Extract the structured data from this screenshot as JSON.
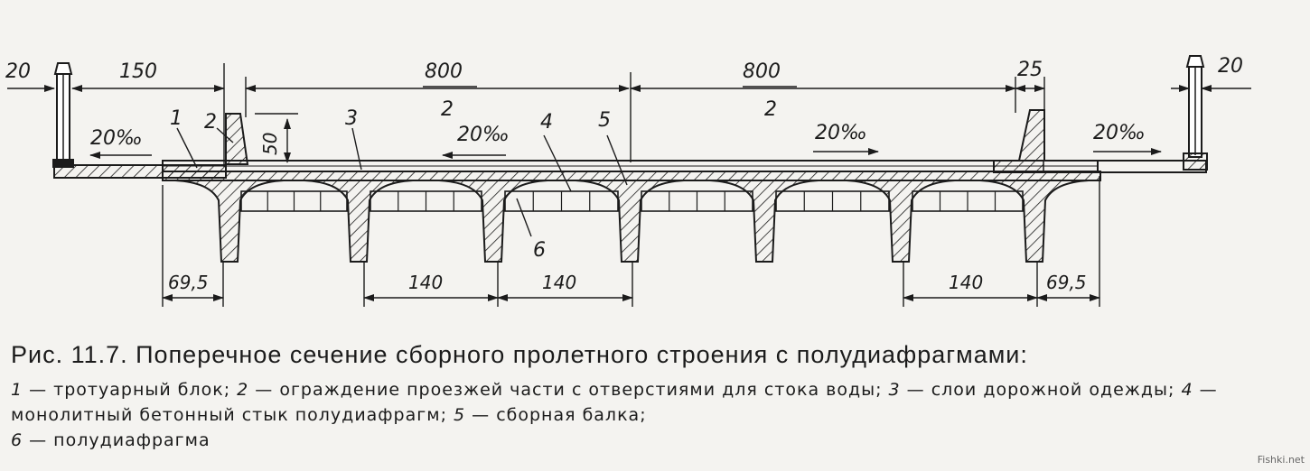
{
  "figure": {
    "dimensions": {
      "left_railing": "20",
      "sidewalk": "150",
      "half_width_top": "800",
      "half_width_bottom": "2",
      "half_width_right_top": "800",
      "half_width_right_bottom": "2",
      "barrier": "25",
      "right_railing": "20",
      "barrier_height": "50",
      "edge_left": "69,5",
      "spacing_1": "140",
      "spacing_2": "140",
      "spacing_3": "140",
      "edge_right": "69,5"
    },
    "slopes": {
      "left_sidewalk": "20‰",
      "left_roadway": "20‰",
      "right_roadway": "20‰",
      "right_sidewalk": "20‰"
    },
    "callouts": {
      "n1": "1",
      "n2": "2",
      "n3": "3",
      "n4": "4",
      "n5": "5",
      "n6": "6"
    }
  },
  "caption": {
    "title": "Рис. 11.7. Поперечное сечение сборного пролетного строения с полудиафрагмами:",
    "legend": [
      {
        "num": "1",
        "text": " — тротуарный блок; "
      },
      {
        "num": "2",
        "text": " — ограждение проезжей части с отверстиями для стока воды; "
      },
      {
        "num": "3",
        "text": " — слои дорожной одежды; "
      },
      {
        "num": "4",
        "text": " — монолитный бетонный стык полудиафрагм; "
      },
      {
        "num": "5",
        "text": " — сборная балка; "
      },
      {
        "num": "6",
        "text": " — полудиафрагма"
      }
    ]
  },
  "watermark": "Fishki.net"
}
